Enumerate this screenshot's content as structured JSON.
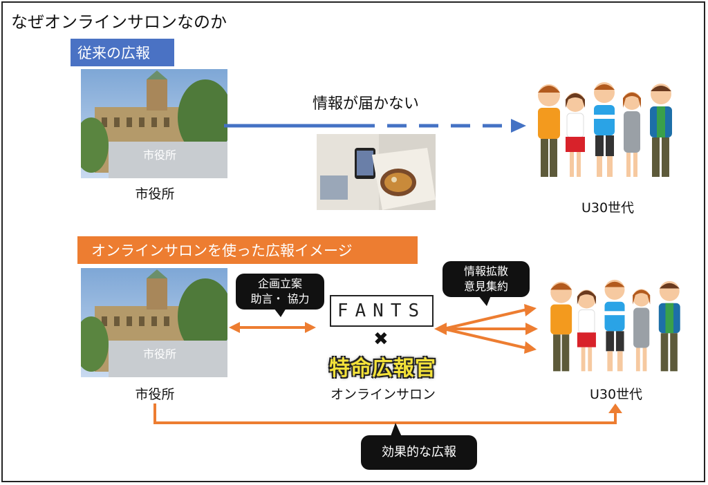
{
  "title": "なぜオンラインサロンなのか",
  "section1": {
    "banner": "従来の広報",
    "banner_color": "#4a72c4",
    "city_label": "市役所",
    "arrow_label": "情報が届かない",
    "target_label": "U30世代"
  },
  "section2": {
    "banner": "オンラインサロンを使った広報イメージ",
    "banner_color": "#ed7d31",
    "city_label": "市役所",
    "bubble_left": [
      "企画立案",
      "助言・ 協力"
    ],
    "bubble_right": [
      "情報拡散",
      "意見集約"
    ],
    "fants_logo": "FANTS",
    "cross": "✖",
    "tokumei_logo": "特命広報官",
    "salon_label": "オンラインサロン",
    "target_label": "U30世代",
    "bottom_bubble": "効果的な広報"
  },
  "colors": {
    "orange": "#ed7d31",
    "blue": "#4472c4",
    "dark": "#111111"
  }
}
